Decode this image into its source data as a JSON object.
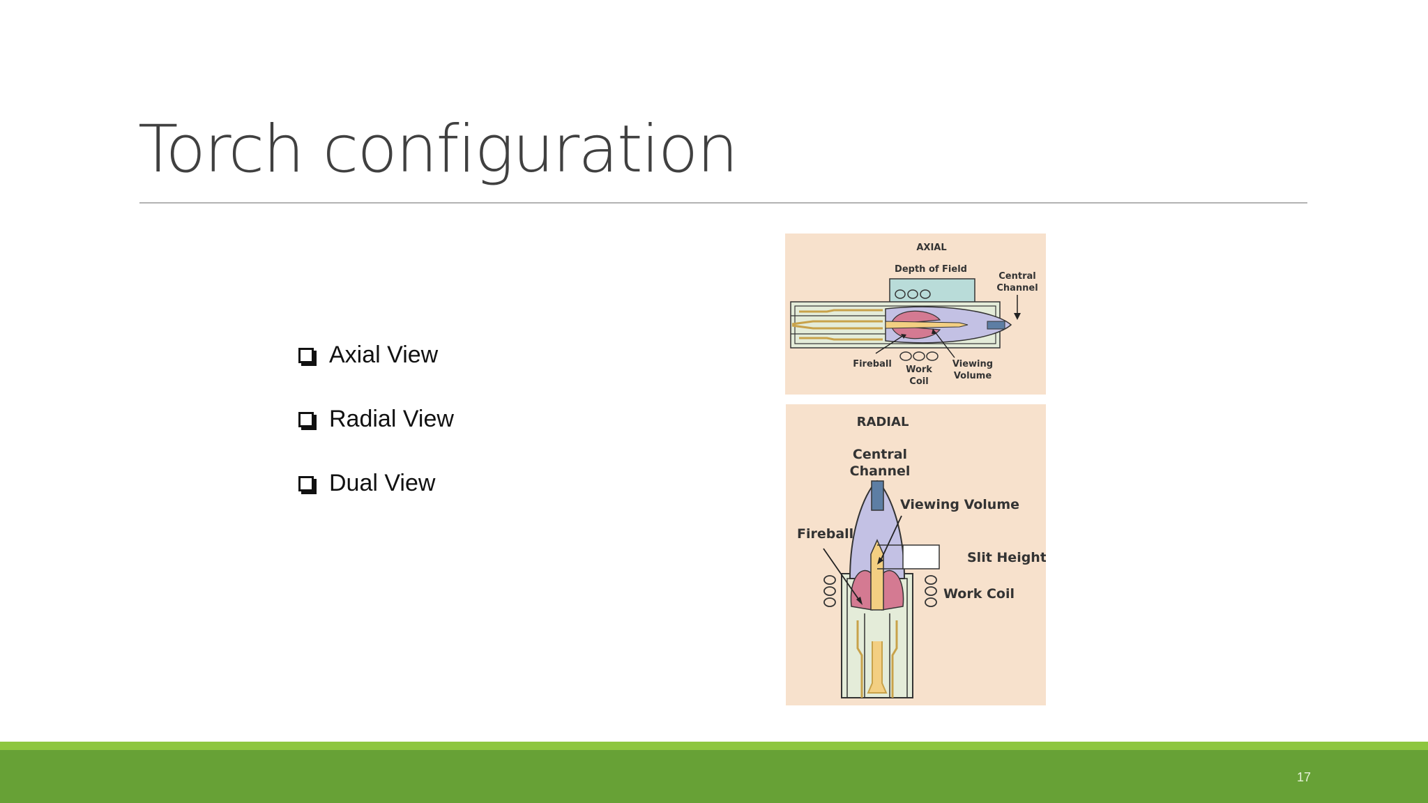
{
  "slide": {
    "title": "Torch configuration",
    "bullets": [
      "Axial View",
      "Radial View",
      "Dual View"
    ],
    "page_number": "17"
  },
  "axial_figure": {
    "heading": "AXIAL",
    "labels": {
      "depth_of_field": "Depth of Field",
      "central_line1": "Central",
      "central_line2": "Channel",
      "fireball": "Fireball",
      "work_line1": "Work",
      "work_line2": "Coil",
      "viewing_line1": "Viewing",
      "viewing_line2": "Volume"
    }
  },
  "radial_figure": {
    "heading": "RADIAL",
    "labels": {
      "central_line1": "Central",
      "central_line2": "Channel",
      "viewing_volume": "Viewing Volume",
      "fireball": "Fireball",
      "slit_height": "Slit Height",
      "work_coil": "Work Coil"
    }
  },
  "colors": {
    "figure_bg": "#f7e1cc",
    "plasma_pink": "#d47a92",
    "viewing_lavender": "#c3c1e4",
    "channel_blue": "#5d7ea4",
    "footer_light": "#8dc63f",
    "footer_dark": "#67a136"
  }
}
